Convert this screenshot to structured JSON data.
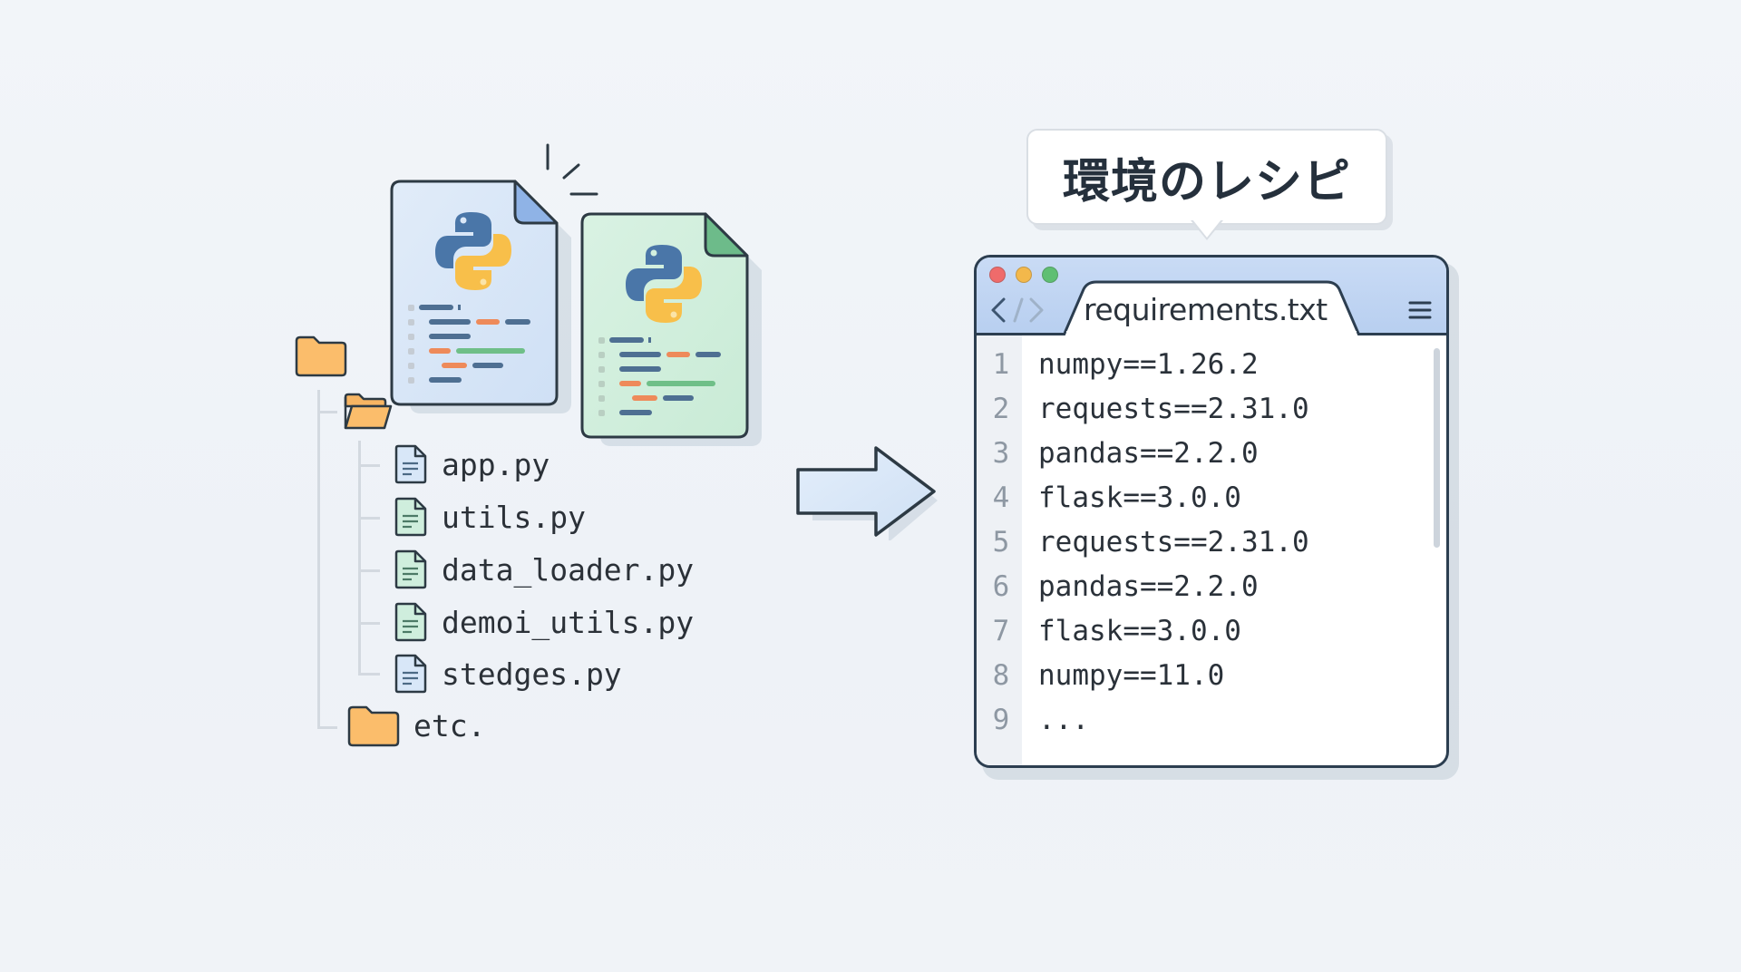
{
  "tree": {
    "root_folder": {
      "icon": "folder-icon",
      "color": "#fbbd6b"
    },
    "subfolder": {
      "icon": "open-folder-icon",
      "color": "#fbbd6b"
    },
    "files": [
      {
        "name": "app.py",
        "icon": "file-icon",
        "tint": "#d8e7f8"
      },
      {
        "name": "utils.py",
        "icon": "file-icon",
        "tint": "#cfeedd"
      },
      {
        "name": "data_loader.py",
        "icon": "file-icon",
        "tint": "#cfeedd"
      },
      {
        "name": "demoi_utils.py",
        "icon": "file-icon",
        "tint": "#cfeedd"
      },
      {
        "name": "stedges.py",
        "icon": "file-icon",
        "tint": "#d8e7f8"
      }
    ],
    "etc_folder": {
      "name": "etc.",
      "icon": "folder-icon"
    }
  },
  "python_docs": [
    {
      "icon": "python-logo-icon",
      "tint": "#dbe8f8",
      "corner": "#8fb3e6"
    },
    {
      "icon": "python-logo-icon",
      "tint": "#d3f0df",
      "corner": "#6dbb8a"
    }
  ],
  "arrow": {
    "icon": "arrow-right-icon"
  },
  "bubble": {
    "text": "環境のレシピ"
  },
  "editor": {
    "window_dots": [
      "#ef6b6b",
      "#f3b84b",
      "#5fbf73"
    ],
    "tab_title": "requirements.txt",
    "lines": [
      {
        "num": "1",
        "code": "numpy==1.26.2"
      },
      {
        "num": "2",
        "code": "requests==2.31.0"
      },
      {
        "num": "3",
        "code": "pandas==2.2.0"
      },
      {
        "num": "4",
        "code": "flask==3.0.0"
      },
      {
        "num": "5",
        "code": "requests==2.31.0"
      },
      {
        "num": "6",
        "code": "pandas==2.2.0"
      },
      {
        "num": "7",
        "code": "flask==3.0.0"
      },
      {
        "num": "8",
        "code": "numpy==11.0"
      },
      {
        "num": "9",
        "code": "..."
      }
    ]
  }
}
